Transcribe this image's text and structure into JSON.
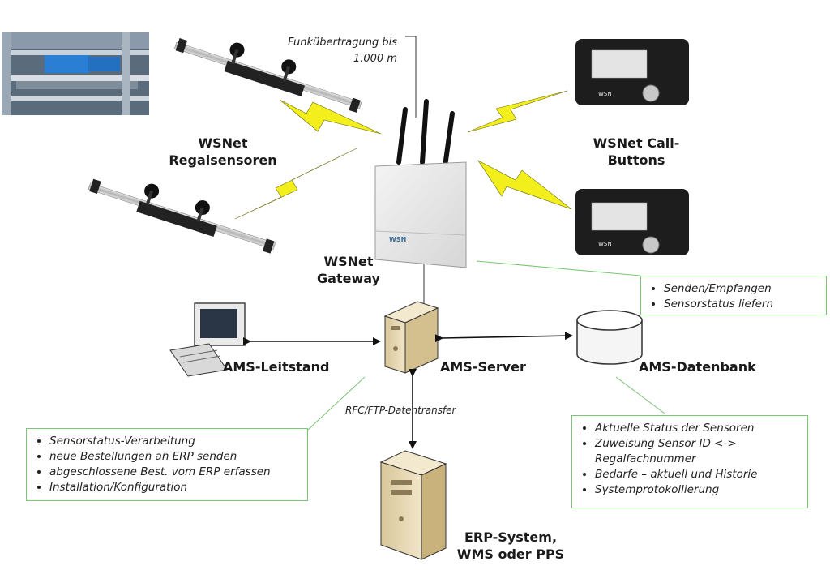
{
  "labels": {
    "regal": [
      "WSNet",
      "Regalsensoren"
    ],
    "call": [
      "WSNet Call-",
      "Buttons"
    ],
    "gateway": [
      "WSNet",
      "Gateway"
    ],
    "leitstand": "AMS-Leitstand",
    "server": "AMS-Server",
    "datenbank": "AMS-Datenbank",
    "erp": [
      "ERP-System,",
      "WMS oder PPS"
    ],
    "funk": [
      "Funkübertragung bis",
      "1.000 m"
    ],
    "transfer": "RFC/FTP-Datentransfer",
    "logo": "WSN"
  },
  "boxes": {
    "gateway": [
      "Senden/Empfangen",
      "Sensorstatus liefern"
    ],
    "server": [
      "Sensorstatus-Verarbeitung",
      "neue Bestellungen an ERP senden",
      "abgeschlossene Best. vom ERP erfassen",
      "Installation/Konfiguration"
    ],
    "datenbank": [
      "Aktuelle Status der Sensoren",
      "Zuweisung Sensor ID <->",
      "Regalfachnummer",
      "Bedarfe – aktuell und Historie",
      "Systemprotokollierung"
    ]
  },
  "colors": {
    "box_border": "#7cc576",
    "lightning": "#f2ef1c",
    "connector": "#7cc576"
  }
}
